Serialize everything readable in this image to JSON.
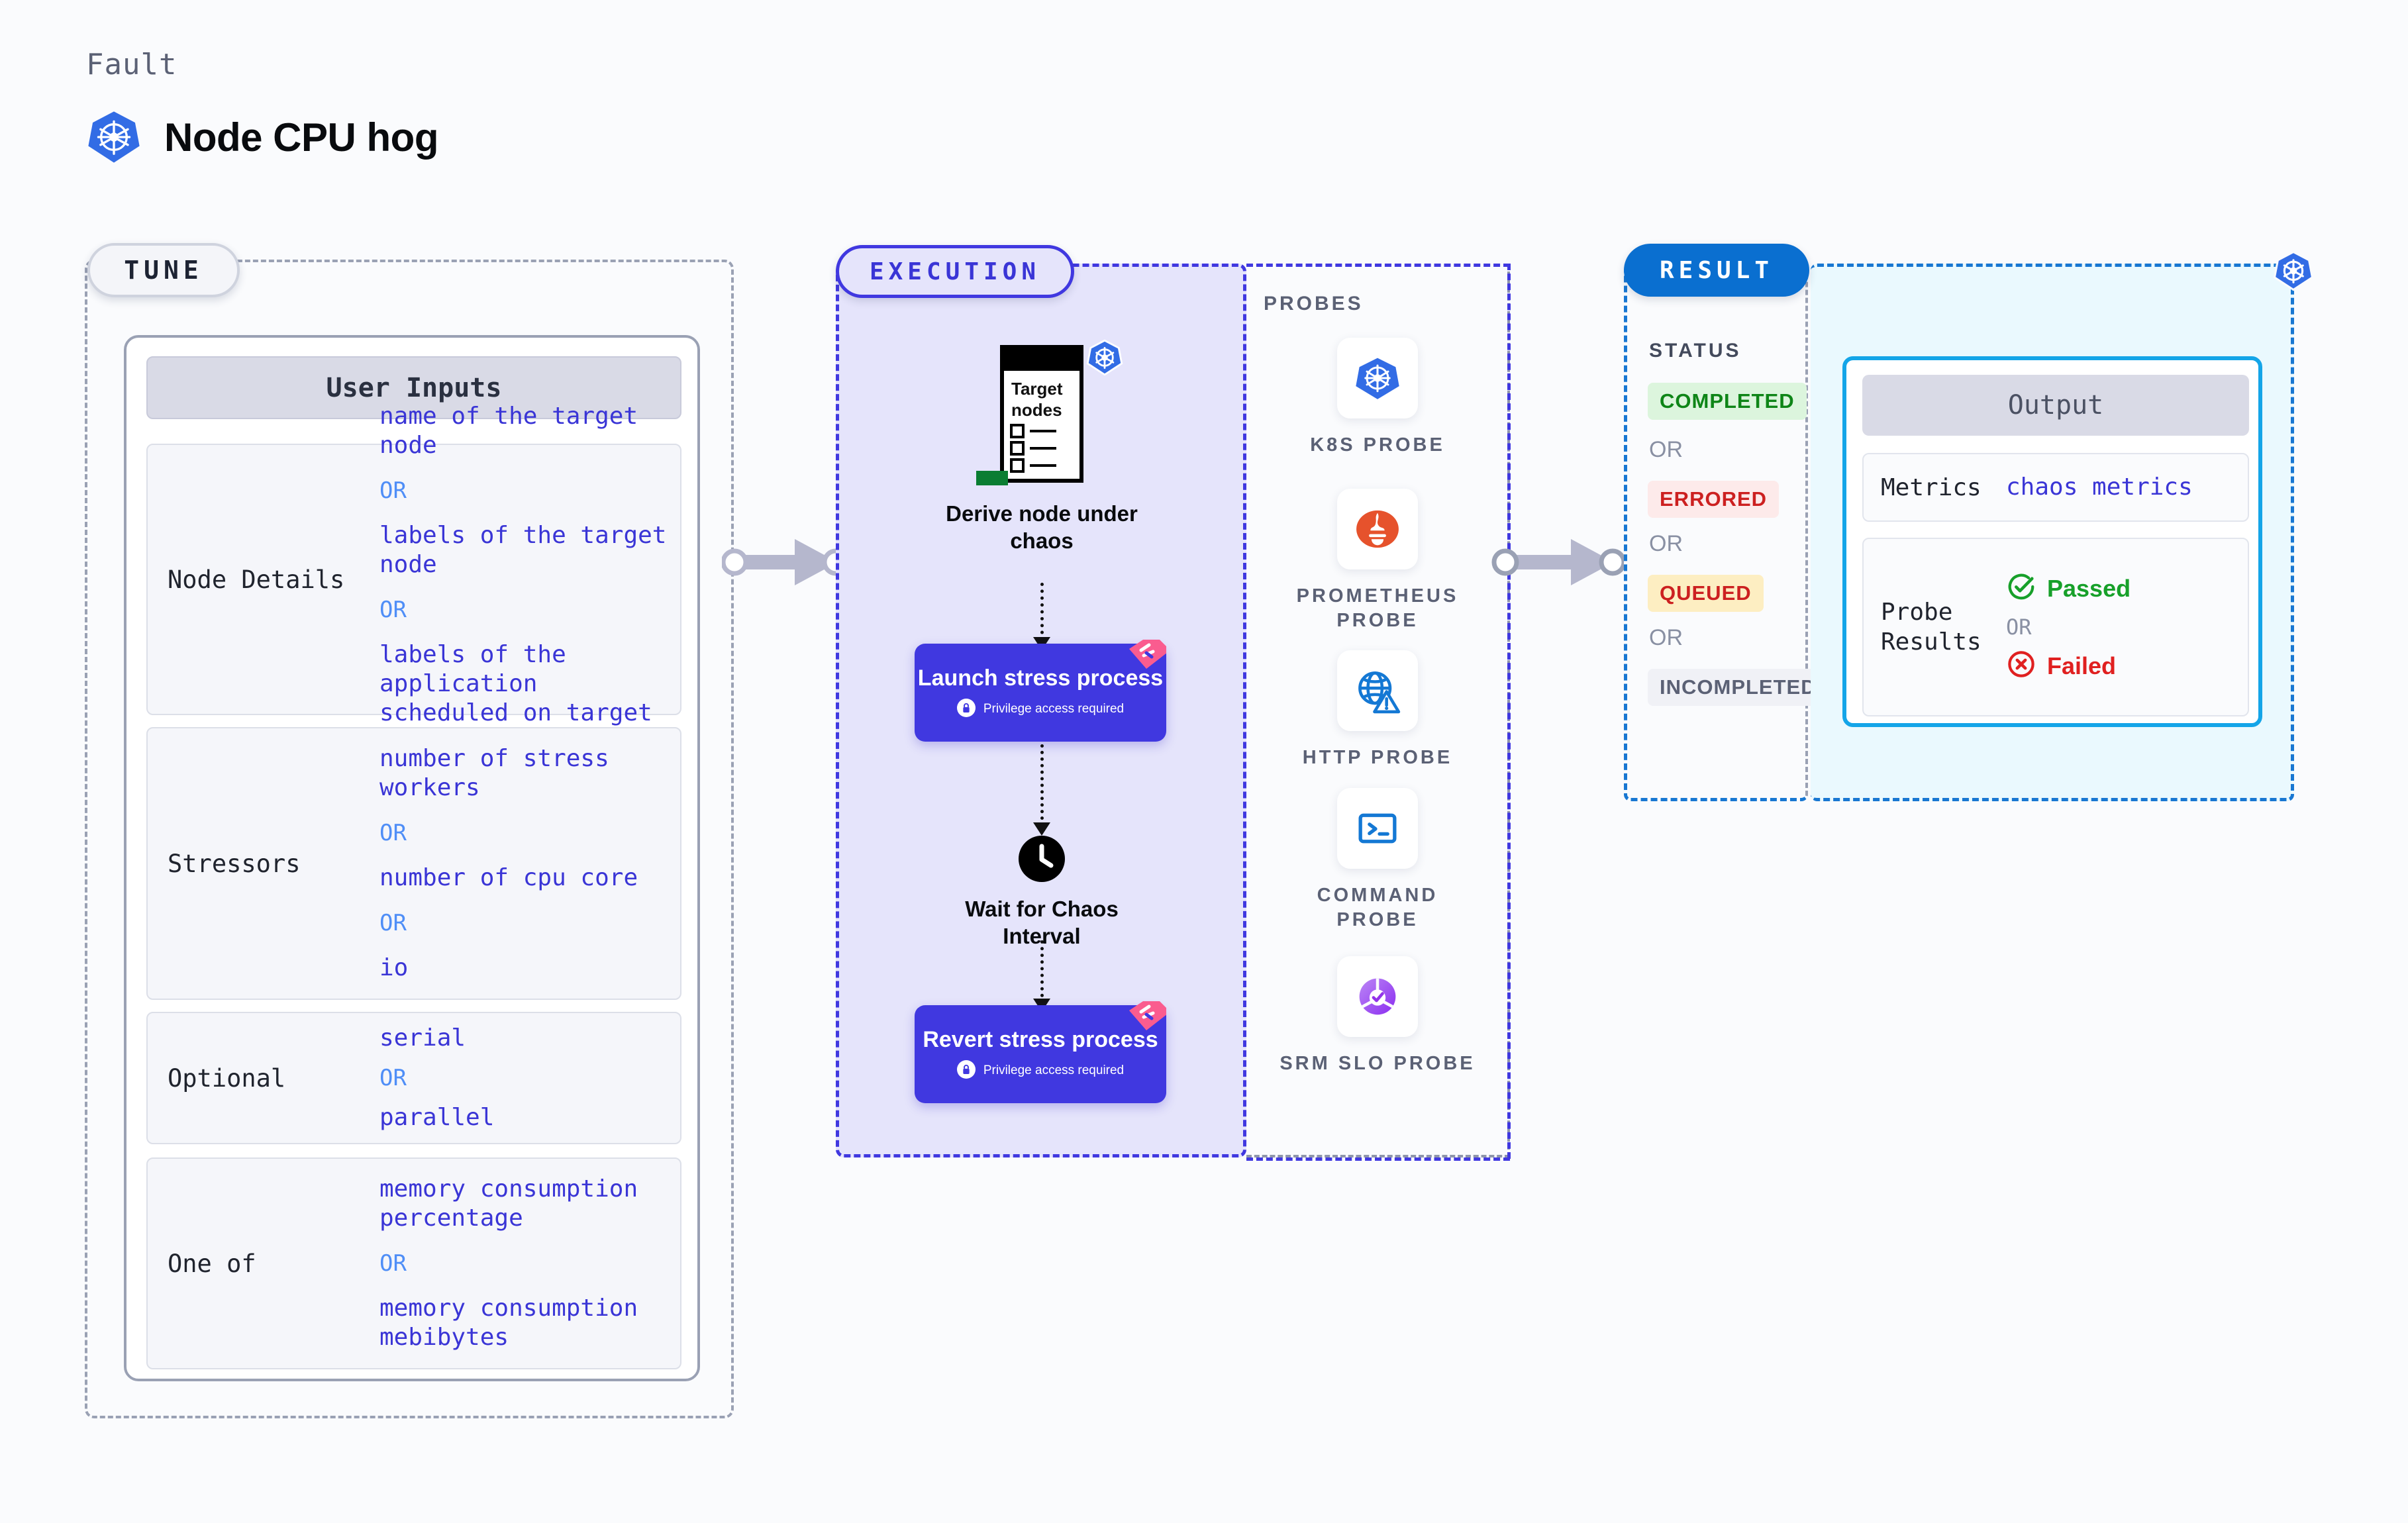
{
  "header": {
    "kicker": "Fault",
    "title": "Node CPU hog",
    "icon": "kubernetes-icon"
  },
  "tune": {
    "pill_label": "TUNE",
    "card_header": "User Inputs",
    "rows": [
      {
        "label": "Node Details",
        "values": [
          "name of the target node",
          "labels of the target node",
          "labels of the application  scheduled on target node"
        ],
        "separator": "OR"
      },
      {
        "label": "Stressors",
        "values": [
          "number of stress workers",
          "number of cpu core",
          "io"
        ],
        "separator": "OR"
      },
      {
        "label": "Optional",
        "values": [
          "serial",
          "parallel"
        ],
        "separator": "OR"
      },
      {
        "label": "One of",
        "values": [
          "memory consumption percentage",
          "memory consumption mebibytes"
        ],
        "separator": "OR"
      }
    ]
  },
  "execution": {
    "pill_label": "EXECUTION",
    "nodes": [
      {
        "caption": "Derive node under chaos",
        "icon": "target-nodes-window-icon",
        "window_title": "Target nodes"
      },
      {
        "caption": "Launch stress process",
        "privilege": "Privilege access required",
        "icon": "lock-icon",
        "badge": "harness-ribbon-icon"
      },
      {
        "caption": "Wait for Chaos Interval",
        "icon": "clock-icon"
      },
      {
        "caption": "Revert stress process",
        "privilege": "Privilege access required",
        "icon": "lock-icon",
        "badge": "harness-ribbon-icon"
      }
    ]
  },
  "probes": {
    "title": "PROBES",
    "items": [
      {
        "label": "K8S PROBE",
        "icon": "kubernetes-icon"
      },
      {
        "label": "PROMETHEUS PROBE",
        "icon": "prometheus-icon"
      },
      {
        "label": "HTTP PROBE",
        "icon": "globe-warning-icon"
      },
      {
        "label": "COMMAND PROBE",
        "icon": "terminal-icon"
      },
      {
        "label": "SRM SLO PROBE",
        "icon": "slo-donut-check-icon"
      }
    ]
  },
  "result": {
    "pill_label": "RESULT",
    "status_title": "STATUS",
    "separator": "OR",
    "statuses": [
      {
        "label": "COMPLETED",
        "bg": "#dcf5dd",
        "fg": "#0e8517"
      },
      {
        "label": "ERRORED",
        "bg": "#fdeaea",
        "fg": "#cc2020"
      },
      {
        "label": "QUEUED",
        "bg": "#fdeec2",
        "fg": "#cc2020"
      },
      {
        "label": "INCOMPLETED",
        "bg": "#f0f1f6",
        "fg": "#5b6175"
      }
    ]
  },
  "output": {
    "header": "Output",
    "rows": [
      {
        "label": "Metrics",
        "value": "chaos metrics"
      },
      {
        "label": "Probe Results",
        "pass": "Passed",
        "separator": "OR",
        "fail": "Failed"
      }
    ],
    "badge_icon": "kubernetes-icon"
  },
  "colors": {
    "accent_purple": "#4038e0",
    "accent_blue": "#1877d2",
    "k8s_blue": "#326ce5",
    "pass_green": "#17a02a",
    "fail_red": "#e02020"
  }
}
